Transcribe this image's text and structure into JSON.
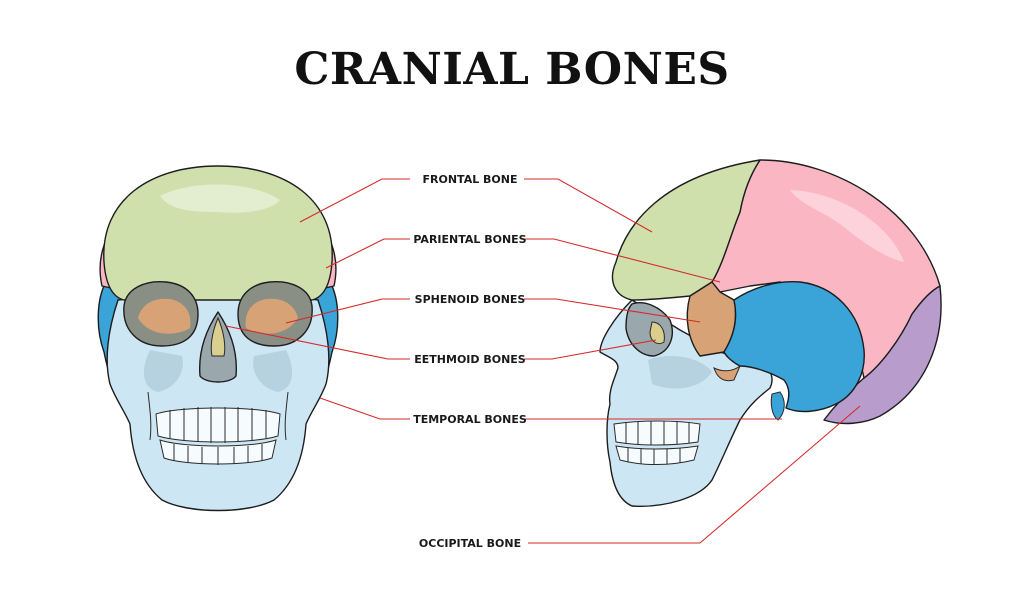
{
  "title": "CRANIAL BONES",
  "labels": [
    {
      "id": "frontal",
      "text": "FRONTAL BONE"
    },
    {
      "id": "parietal",
      "text": "PARIENTAL BONES"
    },
    {
      "id": "sphenoid",
      "text": "SPHENOID BONES"
    },
    {
      "id": "ethmoid",
      "text": "EETHMOID BONES"
    },
    {
      "id": "temporal",
      "text": "TEMPORAL BONES"
    },
    {
      "id": "occipital",
      "text": "OCCIPITAL BONE"
    }
  ],
  "colors": {
    "frontal": "#cfe0ad",
    "parietal": "#fbb6c3",
    "sphenoid": "#d7a276",
    "ethmoid": "#d9cf8e",
    "temporal": "#3aa3d8",
    "occipital": "#b79ccc",
    "skull_face": "#cde6f4",
    "leader": "#d42a2a"
  }
}
